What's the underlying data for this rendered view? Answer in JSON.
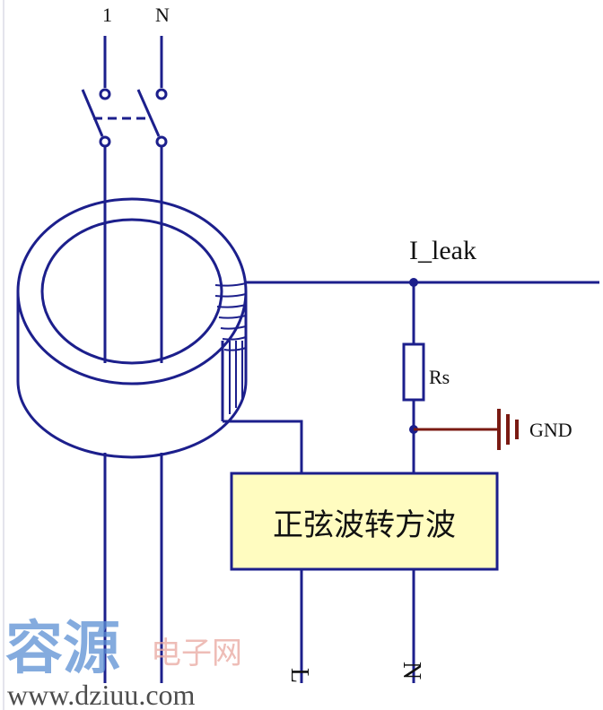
{
  "labels": {
    "top_line": "1",
    "top_neutral": "N",
    "signal": "I_leak",
    "resistor": "Rs",
    "ground": "GND",
    "converter": "正弦波转方波",
    "out_l": "L",
    "out_n": "N"
  },
  "watermark": {
    "brand_cn": "容源",
    "site_cn": "电子网",
    "url": "www.dziuu.com"
  },
  "colors": {
    "wire": "#1c1f8c",
    "converter_fill": "#fffcc0",
    "ground": "#7a1a12",
    "watermark": "#5b8fd4",
    "watermark_cn": "#e9a7a0"
  }
}
